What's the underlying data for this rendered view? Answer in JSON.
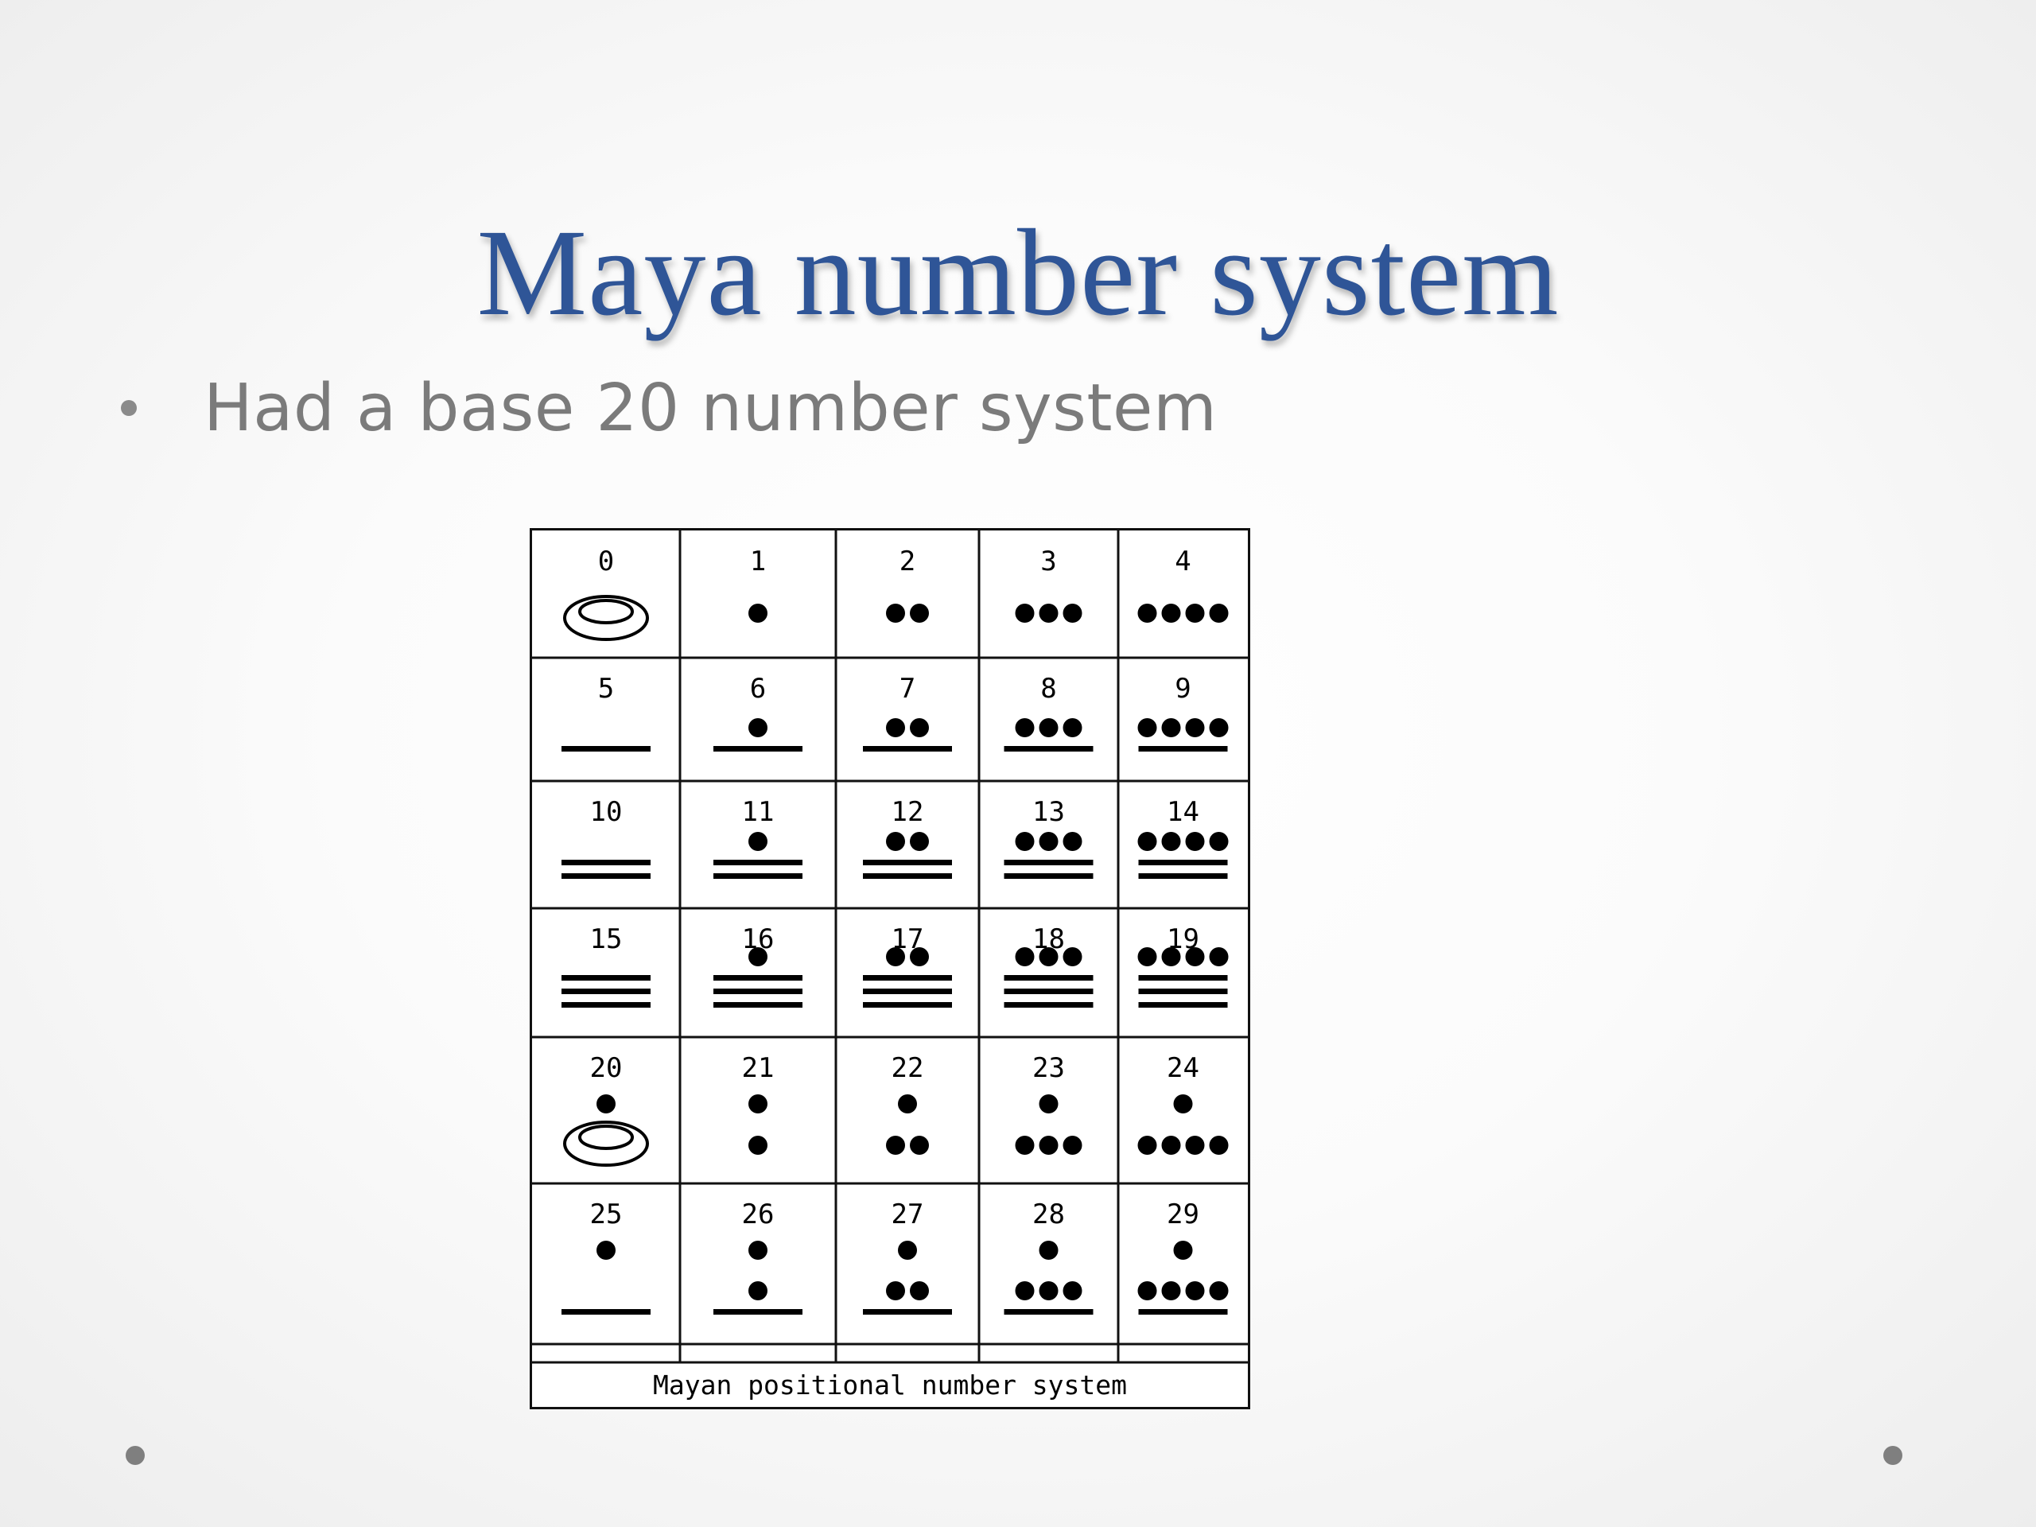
{
  "slide": {
    "title": "Maya number system",
    "bullets": [
      "Had a base 20 number system"
    ]
  },
  "figure": {
    "caption": "Mayan positional number system",
    "numerals": [
      {
        "label": "0",
        "upper_dots": 0,
        "lower_dots": 0,
        "bars": 0,
        "upper_shell": false,
        "shell": true
      },
      {
        "label": "1",
        "upper_dots": 0,
        "lower_dots": 1,
        "bars": 0,
        "upper_shell": false,
        "shell": false
      },
      {
        "label": "2",
        "upper_dots": 0,
        "lower_dots": 2,
        "bars": 0,
        "upper_shell": false,
        "shell": false
      },
      {
        "label": "3",
        "upper_dots": 0,
        "lower_dots": 3,
        "bars": 0,
        "upper_shell": false,
        "shell": false
      },
      {
        "label": "4",
        "upper_dots": 0,
        "lower_dots": 4,
        "bars": 0,
        "upper_shell": false,
        "shell": false
      },
      {
        "label": "5",
        "upper_dots": 0,
        "lower_dots": 0,
        "bars": 1,
        "shell": false
      },
      {
        "label": "6",
        "upper_dots": 0,
        "lower_dots": 1,
        "bars": 1,
        "shell": false
      },
      {
        "label": "7",
        "upper_dots": 0,
        "lower_dots": 2,
        "bars": 1,
        "shell": false
      },
      {
        "label": "8",
        "upper_dots": 0,
        "lower_dots": 3,
        "bars": 1,
        "shell": false
      },
      {
        "label": "9",
        "upper_dots": 0,
        "lower_dots": 4,
        "bars": 1,
        "shell": false
      },
      {
        "label": "10",
        "upper_dots": 0,
        "lower_dots": 0,
        "bars": 2,
        "shell": false
      },
      {
        "label": "11",
        "upper_dots": 0,
        "lower_dots": 1,
        "bars": 2,
        "shell": false
      },
      {
        "label": "12",
        "upper_dots": 0,
        "lower_dots": 2,
        "bars": 2,
        "shell": false
      },
      {
        "label": "13",
        "upper_dots": 0,
        "lower_dots": 3,
        "bars": 2,
        "shell": false
      },
      {
        "label": "14",
        "upper_dots": 0,
        "lower_dots": 4,
        "bars": 2,
        "shell": false
      },
      {
        "label": "15",
        "upper_dots": 0,
        "lower_dots": 0,
        "bars": 3,
        "shell": false
      },
      {
        "label": "16",
        "upper_dots": 0,
        "lower_dots": 1,
        "bars": 3,
        "shell": false
      },
      {
        "label": "17",
        "upper_dots": 0,
        "lower_dots": 2,
        "bars": 3,
        "shell": false
      },
      {
        "label": "18",
        "upper_dots": 0,
        "lower_dots": 3,
        "bars": 3,
        "shell": false
      },
      {
        "label": "19",
        "upper_dots": 0,
        "lower_dots": 4,
        "bars": 3,
        "shell": false
      },
      {
        "label": "20",
        "upper_dots": 1,
        "lower_dots": 0,
        "bars": 0,
        "shell": true
      },
      {
        "label": "21",
        "upper_dots": 1,
        "lower_dots": 1,
        "bars": 0,
        "shell": false
      },
      {
        "label": "22",
        "upper_dots": 1,
        "lower_dots": 2,
        "bars": 0,
        "shell": false
      },
      {
        "label": "23",
        "upper_dots": 1,
        "lower_dots": 3,
        "bars": 0,
        "shell": false
      },
      {
        "label": "24",
        "upper_dots": 1,
        "lower_dots": 4,
        "bars": 0,
        "shell": false
      },
      {
        "label": "25",
        "upper_dots": 1,
        "lower_dots": 0,
        "bars": 1,
        "shell": false
      },
      {
        "label": "26",
        "upper_dots": 1,
        "lower_dots": 1,
        "bars": 1,
        "shell": false
      },
      {
        "label": "27",
        "upper_dots": 1,
        "lower_dots": 2,
        "bars": 1,
        "shell": false
      },
      {
        "label": "28",
        "upper_dots": 1,
        "lower_dots": 3,
        "bars": 1,
        "shell": false
      },
      {
        "label": "29",
        "upper_dots": 1,
        "lower_dots": 4,
        "bars": 1,
        "shell": false
      }
    ]
  },
  "colors": {
    "title": "#2f5597",
    "bullet_text": "#7b7b7b",
    "glyph": "#000000",
    "decor_dot": "#7f7f7f"
  }
}
